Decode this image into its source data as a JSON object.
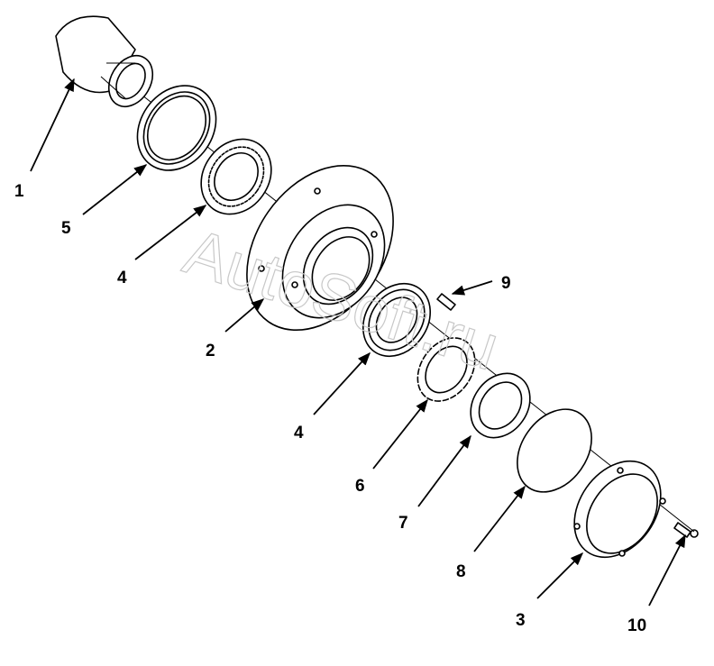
{
  "watermark": "AutoSoft.ru",
  "callouts": [
    {
      "id": "c1",
      "label": "1"
    },
    {
      "id": "c5",
      "label": "5"
    },
    {
      "id": "c4a",
      "label": "4"
    },
    {
      "id": "c2",
      "label": "2"
    },
    {
      "id": "c9",
      "label": "9"
    },
    {
      "id": "c4b",
      "label": "4"
    },
    {
      "id": "c6",
      "label": "6"
    },
    {
      "id": "c7",
      "label": "7"
    },
    {
      "id": "c8",
      "label": "8"
    },
    {
      "id": "c3",
      "label": "3"
    },
    {
      "id": "c10",
      "label": "10"
    }
  ],
  "colors": {
    "line": "#000000",
    "watermark": "#c8c8c8",
    "background": "#ffffff"
  }
}
